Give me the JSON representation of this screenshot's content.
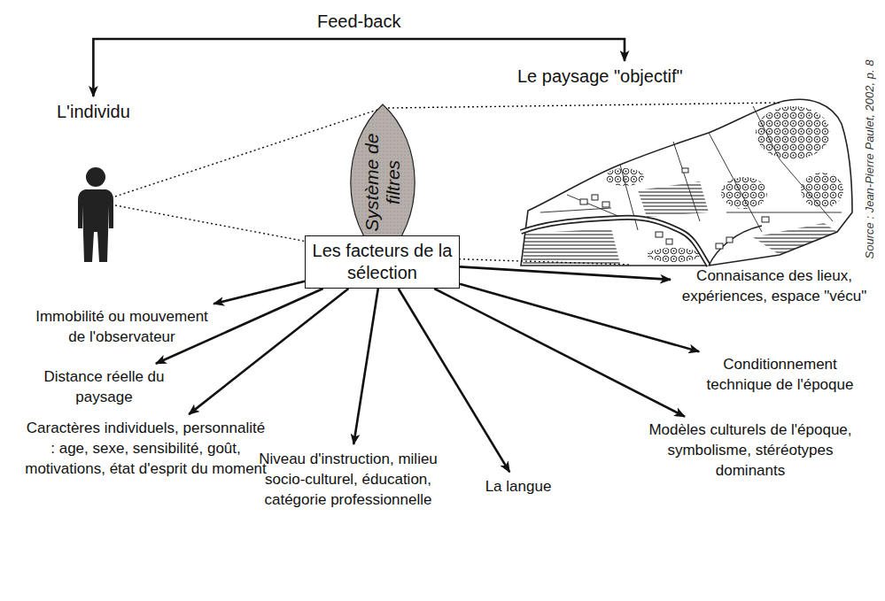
{
  "diagram": {
    "nodes": [
      {
        "text": [
          "L'individu"
        ]
      },
      {
        "text": [
          "Système de filtres"
        ]
      },
      {
        "text": [
          "Le paysage \"objectif\""
        ]
      },
      {
        "text": [
          "Les facteurs de la sélection"
        ]
      },
      {
        "text": [
          "Immobilité ou mouvement de l'observateur"
        ]
      },
      {
        "text": [
          "Distance réelle du paysage"
        ]
      },
      {
        "text": [
          "Caractères individuels, personnalité : age, sexe, sensibilité, goût, motivations, état d'esprit du moment"
        ]
      },
      {
        "text": [
          "Niveau d'instruction, milieu socio-culturel, éducation, catégorie professionnelle"
        ]
      },
      {
        "text": [
          "La langue"
        ]
      },
      {
        "text": [
          "Connaisance des lieux, expériences, espace \"vécu\""
        ]
      },
      {
        "text": [
          "Conditionnement technique de l'époque"
        ]
      },
      {
        "text": [
          "Modèles culturels de l'époque, symbolisme, stéréotypes dominants"
        ]
      }
    ],
    "edges": [
      {
        "from": 0,
        "to": 2,
        "label": "Feed-back",
        "arrow": "both"
      },
      {
        "from": 0,
        "to": 1,
        "arrow": "none"
      },
      {
        "from": 1,
        "to": 2,
        "arrow": "none"
      },
      {
        "from": 3,
        "to": 4,
        "arrow": "to"
      },
      {
        "from": 3,
        "to": 5,
        "arrow": "to"
      },
      {
        "from": 3,
        "to": 6,
        "arrow": "to"
      },
      {
        "from": 3,
        "to": 7,
        "arrow": "to"
      },
      {
        "from": 3,
        "to": 8,
        "arrow": "to"
      },
      {
        "from": 3,
        "to": 9,
        "arrow": "to"
      },
      {
        "from": 3,
        "to": 10,
        "arrow": "to"
      },
      {
        "from": 3,
        "to": 11,
        "arrow": "to"
      }
    ],
    "labels": [
      "Source : Jean-Pierre Paulet, 2002, p. 8"
    ]
  }
}
